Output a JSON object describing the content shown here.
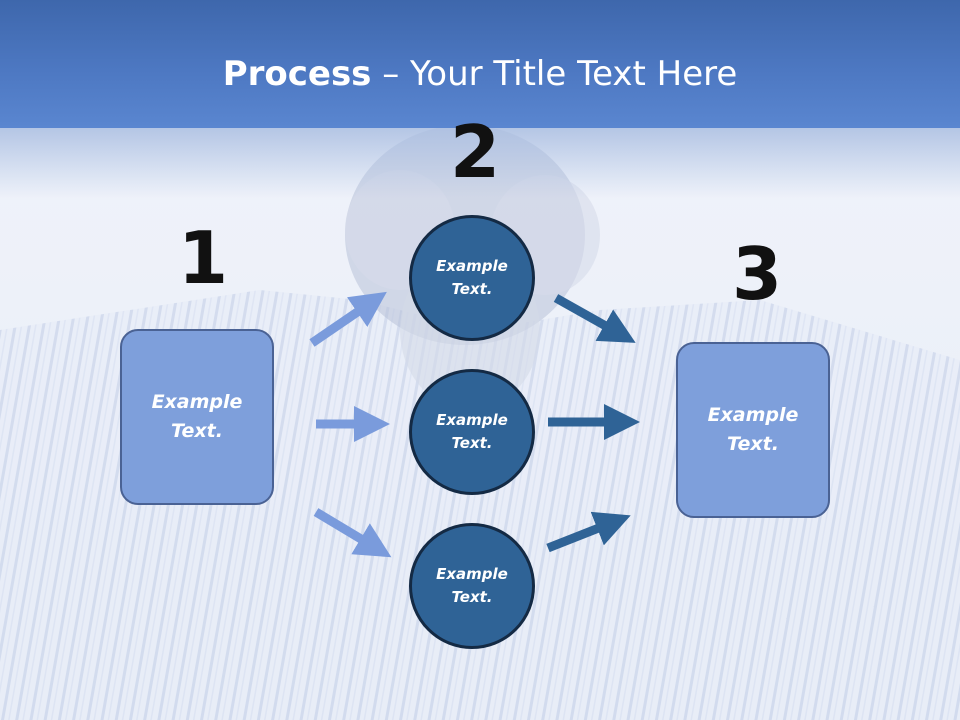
{
  "title": {
    "bold": "Process",
    "rest": " – Your Title Text Here"
  },
  "steps": [
    {
      "number": "1",
      "text": "Example Text."
    },
    {
      "number": "2",
      "items": [
        "Example Text.",
        "Example Text.",
        "Example Text."
      ]
    },
    {
      "number": "3",
      "text": "Example Text."
    }
  ],
  "colors": {
    "header": "#4d78c2",
    "box_fill": "#7e9fdb",
    "circle_fill": "#2f6396",
    "arrow_light": "#7a9bdc",
    "arrow_dark": "#2f6396"
  }
}
